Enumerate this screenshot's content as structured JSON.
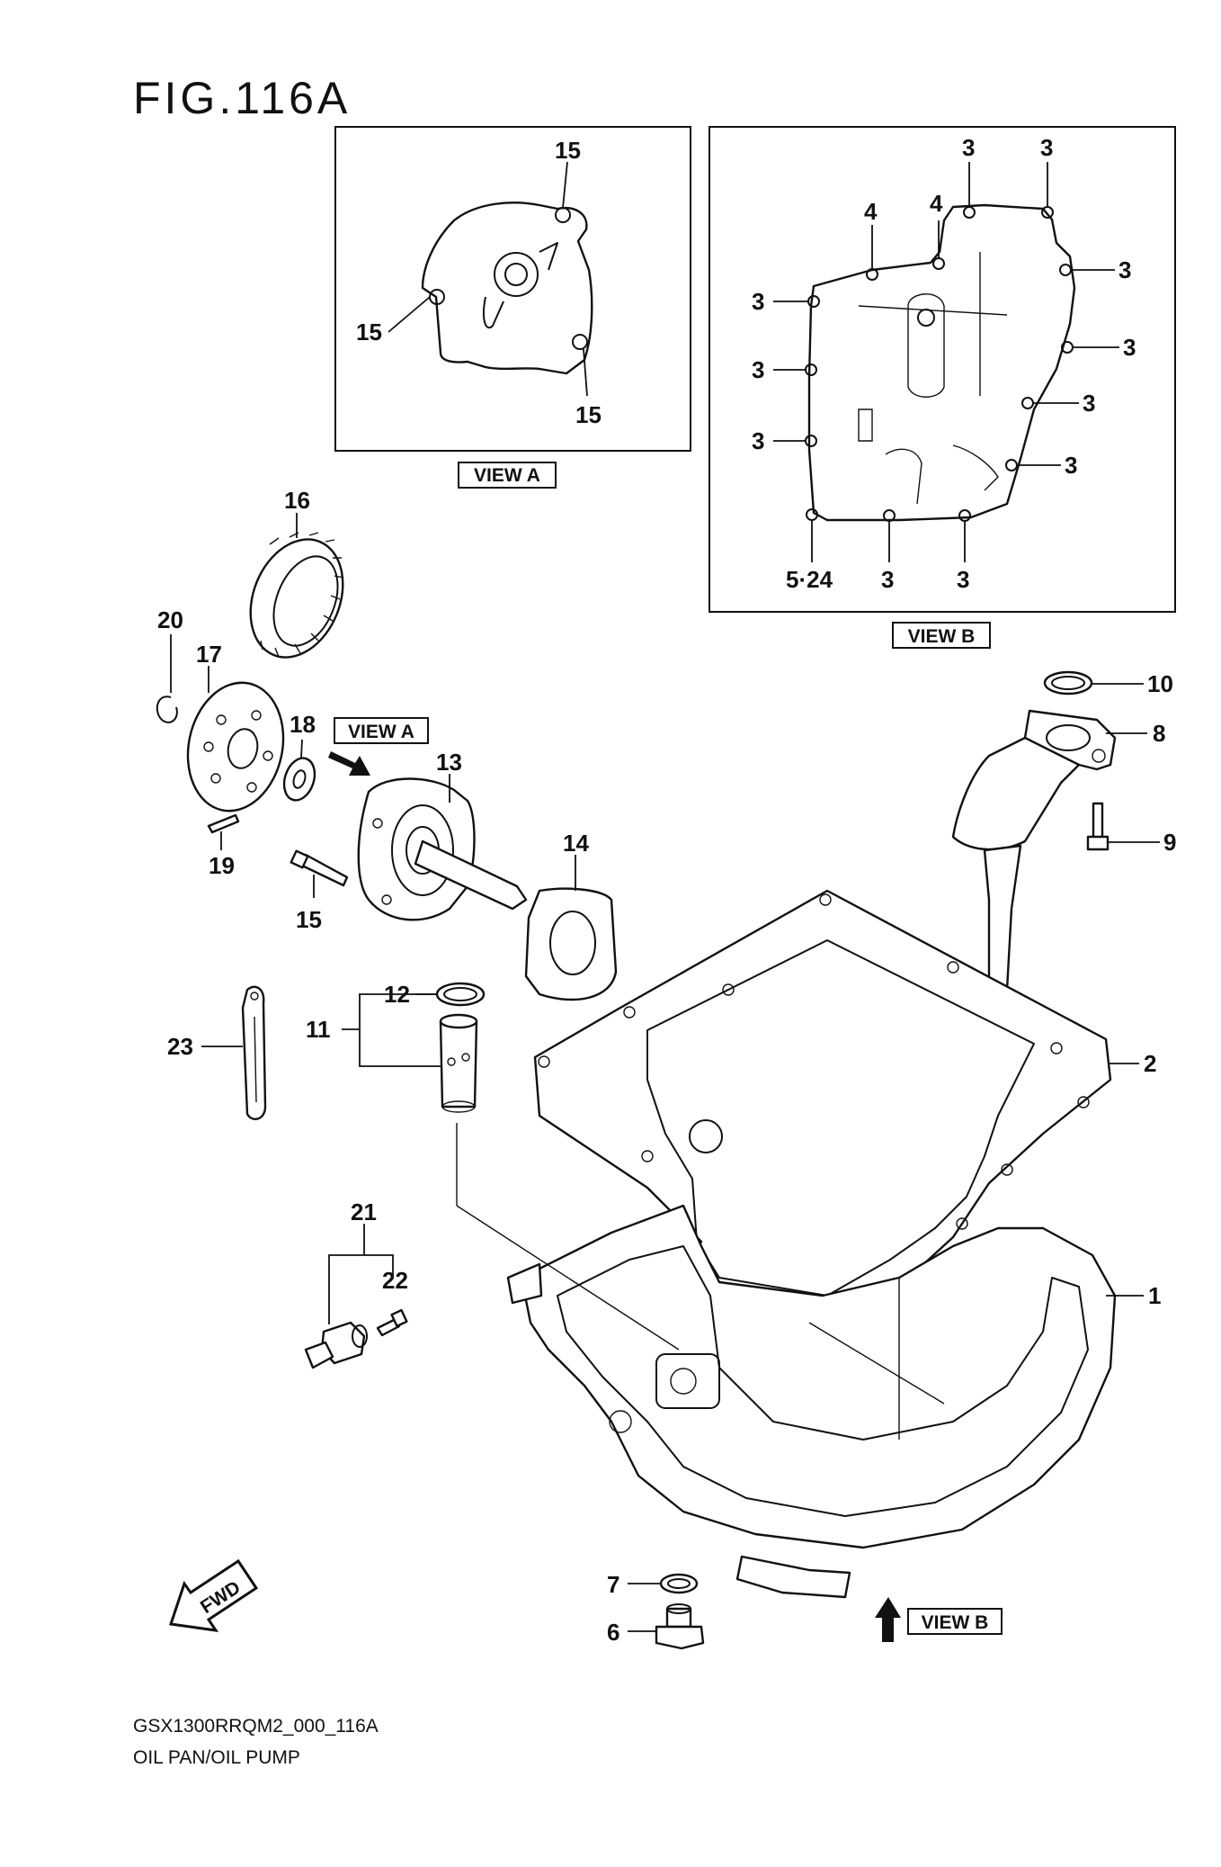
{
  "figure": {
    "title": "FIG.116A",
    "code": "GSX1300RRQM2_000_116A",
    "caption": "OIL PAN/OIL PUMP"
  },
  "views": {
    "view_a_label": "VIEW A",
    "view_b_label": "VIEW B",
    "arrow_view_a_label": "VIEW A",
    "arrow_view_b_label": "VIEW B",
    "fwd_label": "FWD"
  },
  "callouts": {
    "p1": "1",
    "p2": "2",
    "p6": "6",
    "p7": "7",
    "p8": "8",
    "p9": "9",
    "p10": "10",
    "p11": "11",
    "p12": "12",
    "p13": "13",
    "p14": "14",
    "p15": "15",
    "p16": "16",
    "p17": "17",
    "p18": "18",
    "p19": "19",
    "p20": "20",
    "p21": "21",
    "p22": "22",
    "p23": "23"
  },
  "view_a_callouts": {
    "top": "15",
    "left": "15",
    "bottom": "15"
  },
  "view_b_callouts": {
    "top_left": "3",
    "top_right": "3",
    "four_left": "4",
    "four_right": "4",
    "right_1": "3",
    "right_2": "3",
    "right_3": "3",
    "right_4": "3",
    "left_1": "3",
    "left_2": "3",
    "left_3": "3",
    "bottom_left": "5·24",
    "bottom_mid": "3",
    "bottom_right": "3"
  }
}
